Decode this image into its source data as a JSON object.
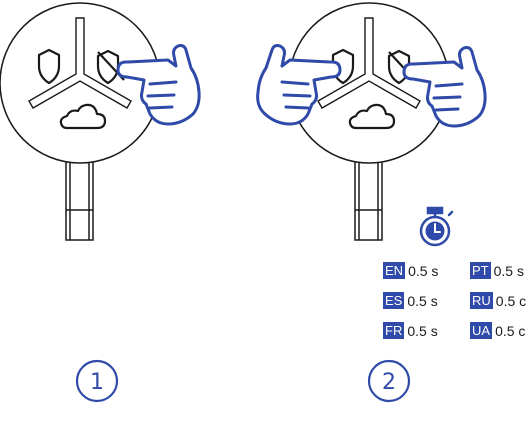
{
  "colors": {
    "accent": "#2f4aa8",
    "outline": "#1a1a1a"
  },
  "steps": [
    {
      "number": "1",
      "action_icons": [
        "shield-icon",
        "shield-off-icon",
        "cloud-icon"
      ],
      "hand_count": 1
    },
    {
      "number": "2",
      "action_icons": [
        "shield-icon",
        "shield-off-icon",
        "cloud-icon"
      ],
      "hand_count": 2
    }
  ],
  "timer_icon": "stopwatch-icon",
  "durations": [
    {
      "lang": "EN",
      "value": "0.5 s"
    },
    {
      "lang": "ES",
      "value": "0.5 s"
    },
    {
      "lang": "FR",
      "value": "0.5 s"
    },
    {
      "lang": "PT",
      "value": "0.5 s"
    },
    {
      "lang": "RU",
      "value": "0.5 c"
    },
    {
      "lang": "UA",
      "value": "0.5 c"
    }
  ]
}
